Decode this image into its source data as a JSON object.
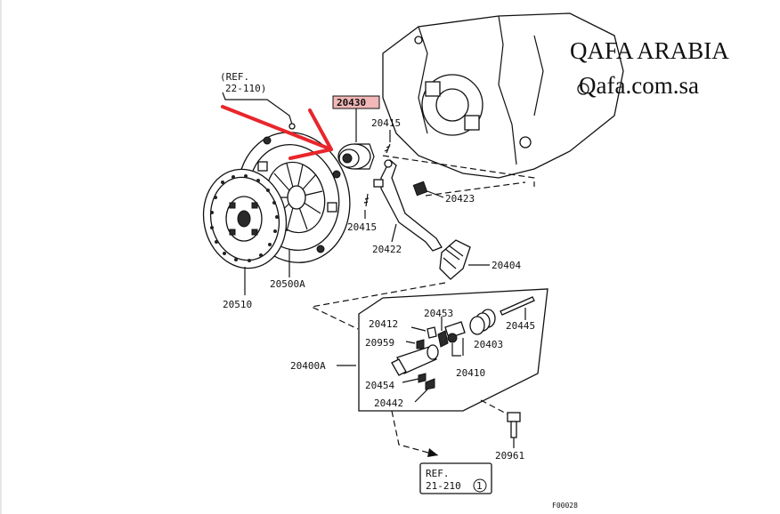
{
  "watermark": {
    "brand": "QAFA ARABIA",
    "site": "Qafa.com.sa"
  },
  "highlight_color": "#e8262b",
  "ref_top": {
    "line1": "(REF.",
    "line2": "22-110)"
  },
  "ref_bottom": {
    "line1": "REF.",
    "line2": "21-210",
    "circled": "1"
  },
  "callouts": {
    "p20430": "20430",
    "p20415_top": "20415",
    "p20415_bottom": "20415",
    "p20423": "20423",
    "p20422": "20422",
    "p20404": "20404",
    "p20510": "20510",
    "p20500a": "20500A",
    "p20400a": "20400A",
    "p20412": "20412",
    "p20453": "20453",
    "p20445": "20445",
    "p20959": "20959",
    "p20403": "20403",
    "p20410": "20410",
    "p20454": "20454",
    "p20442": "20442",
    "p20961": "20961"
  },
  "diagram_code": "F00028"
}
